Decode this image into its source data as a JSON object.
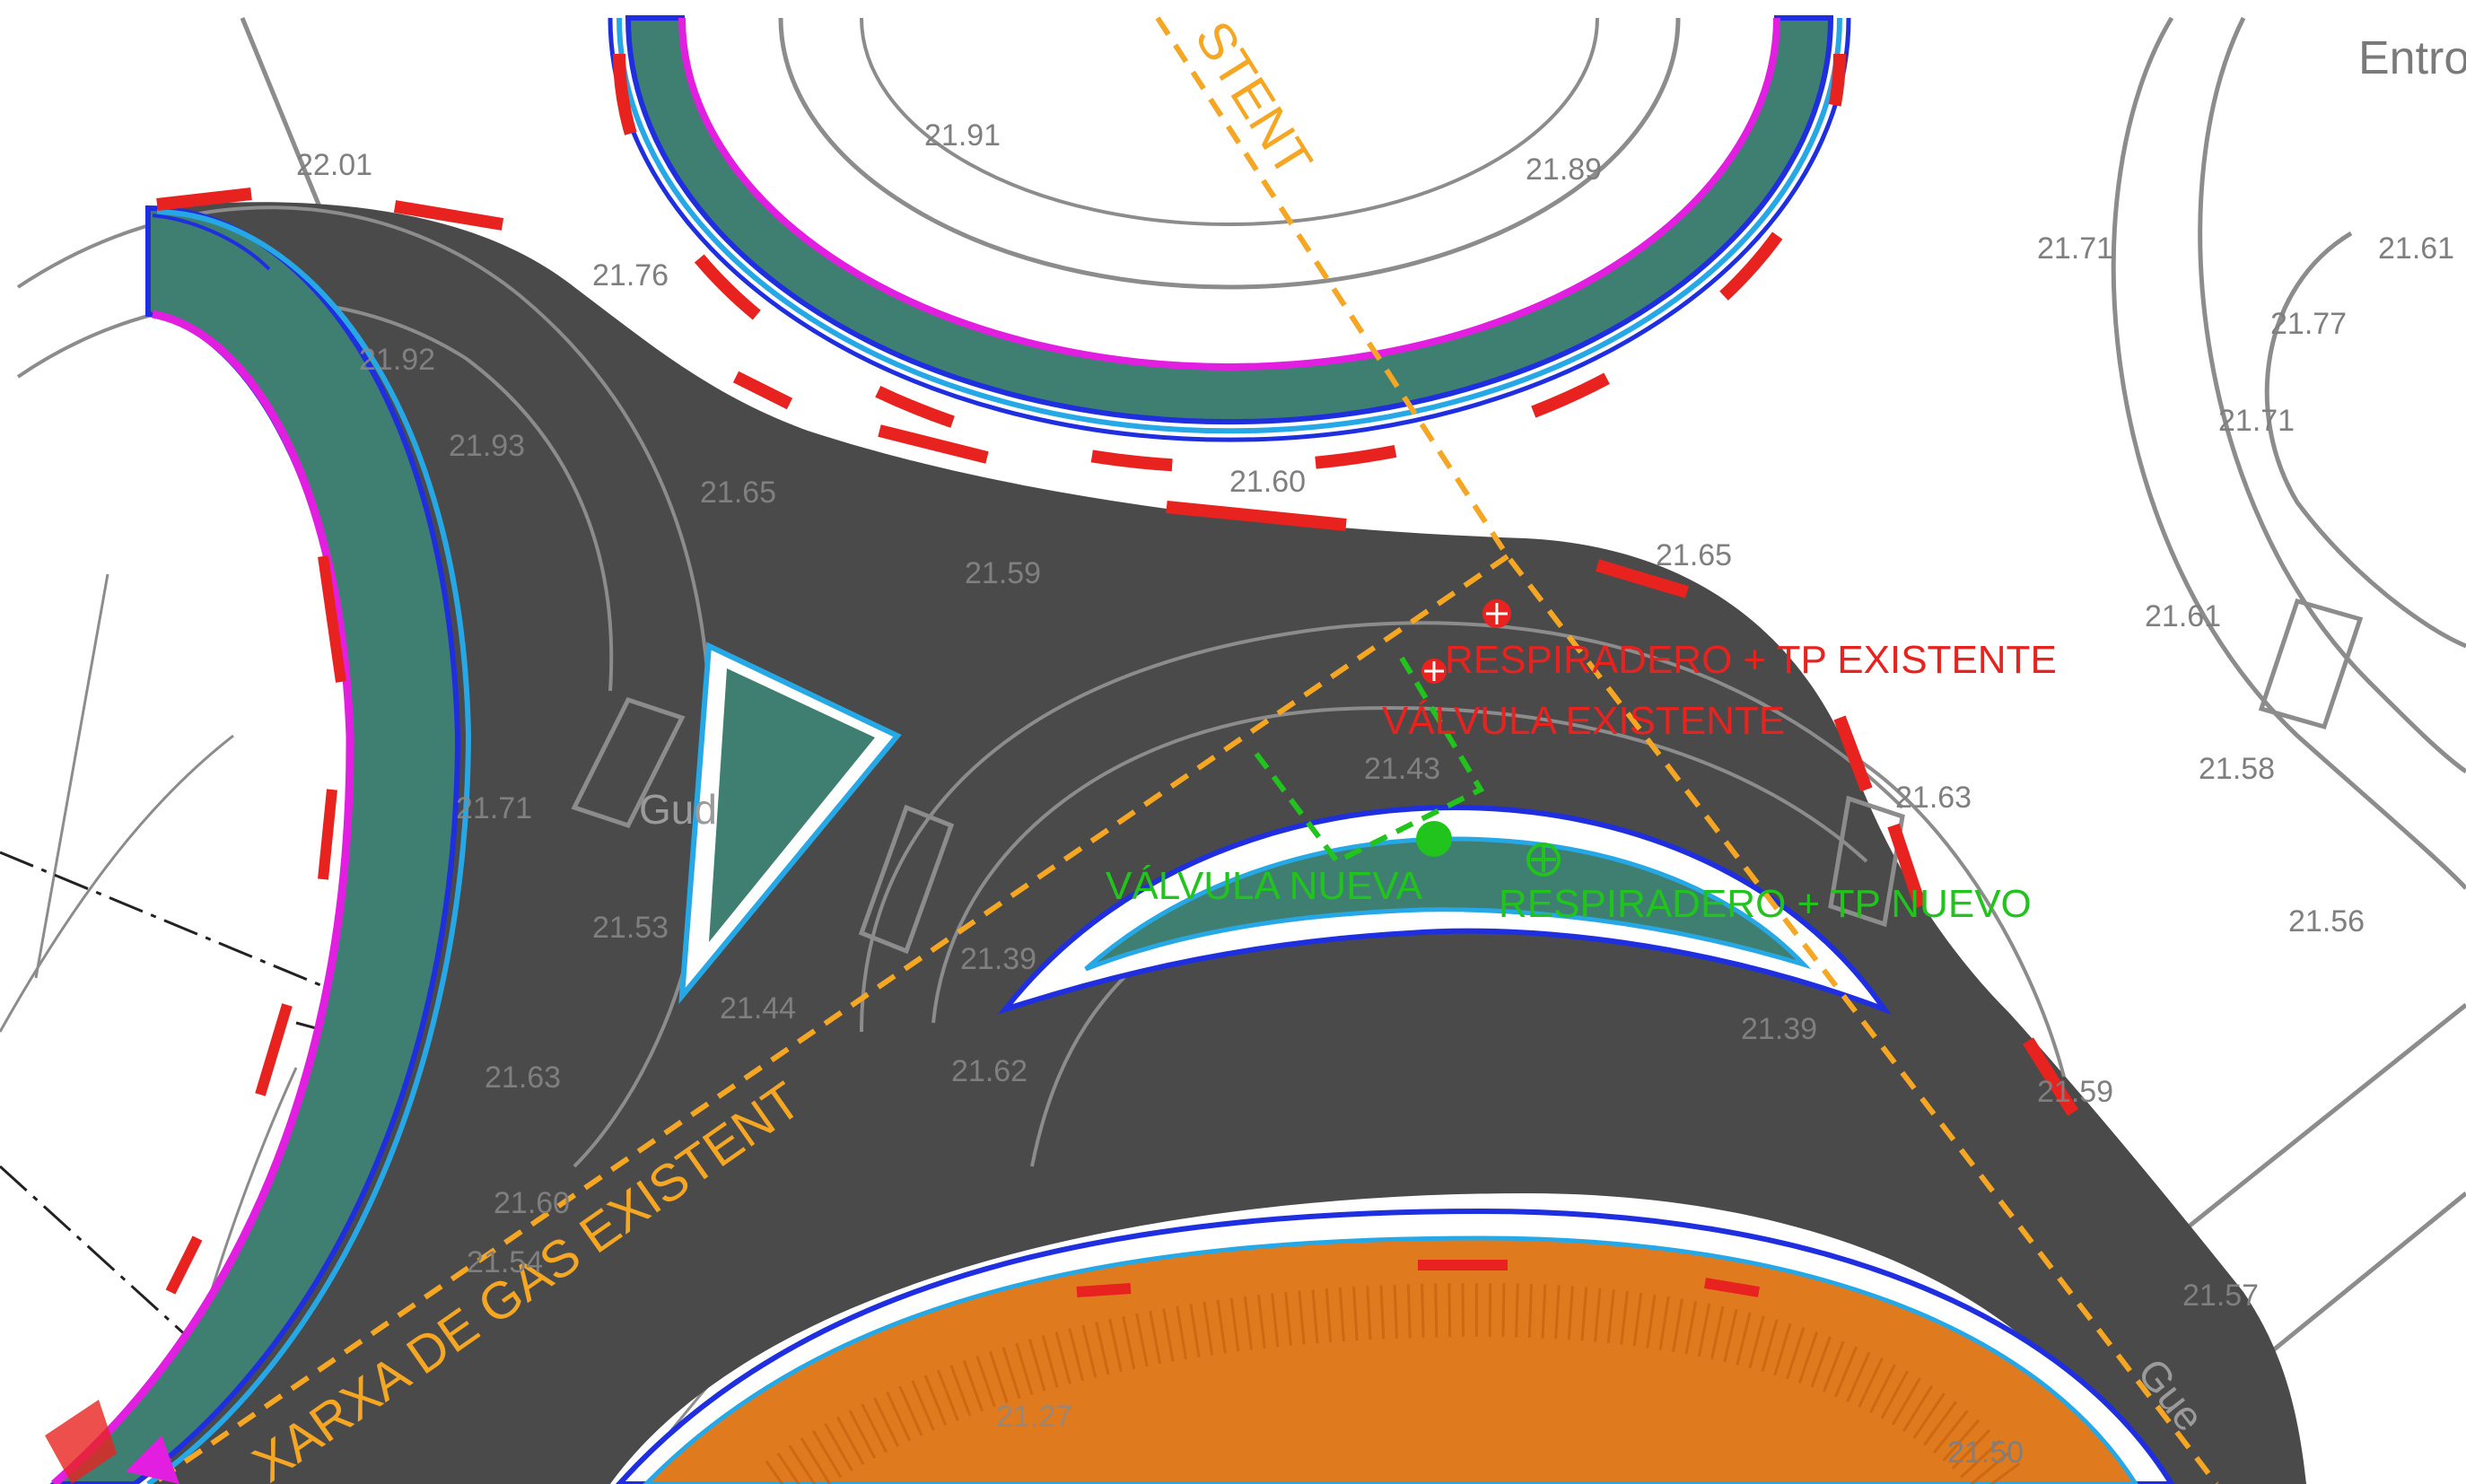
{
  "gas_network": {
    "label_main": "XARXA DE GAS EXISTENT",
    "label_top": "STENT",
    "color": "#f5a623"
  },
  "existing_services": {
    "vent": "RESPIRADERO + TP EXISTENTE",
    "valve": "VÁLVULA EXISTENTE",
    "color": "#e8231f"
  },
  "new_services": {
    "valve": "VÁLVULA NUEVA",
    "vent": "RESPIRADERO + TP NUEVO",
    "color": "#21c41c"
  },
  "street_labels": {
    "entr": "Entro",
    "gud": "Gud",
    "gue": "Gue"
  },
  "elevations": {
    "e01": "22.01",
    "e02": "21.91",
    "e03": "21.89",
    "e04": "21.76",
    "e05": "21.92",
    "e06": "21.93",
    "e07": "21.65",
    "e08": "21.60",
    "e09": "21.59",
    "e10": "21.65",
    "e11": "21.71",
    "e12": "21.61",
    "e13": "21.77",
    "e14": "21.71",
    "e15": "21.61",
    "e16": "21.58",
    "e17": "21.56",
    "e18": "21.63",
    "e19": "21.43",
    "e20": "21.71",
    "e21": "21.53",
    "e22": "21.44",
    "e23": "21.39",
    "e24": "21.62",
    "e25": "21.39",
    "e26": "21.63",
    "e27": "21.60",
    "e28": "21.59",
    "e29": "21.57",
    "e30": "21.27",
    "e31": "21.50",
    "e32": "21.54"
  },
  "colors": {
    "asphalt": "#4a4a4a",
    "island_teal": "#3f7f72",
    "island_orange": "#e07a1e",
    "kerb_blue": "#1f2fe0",
    "kerb_cyan": "#27a8e6",
    "kerb_magenta": "#e21fe0",
    "kerb_red": "#e8231f"
  }
}
